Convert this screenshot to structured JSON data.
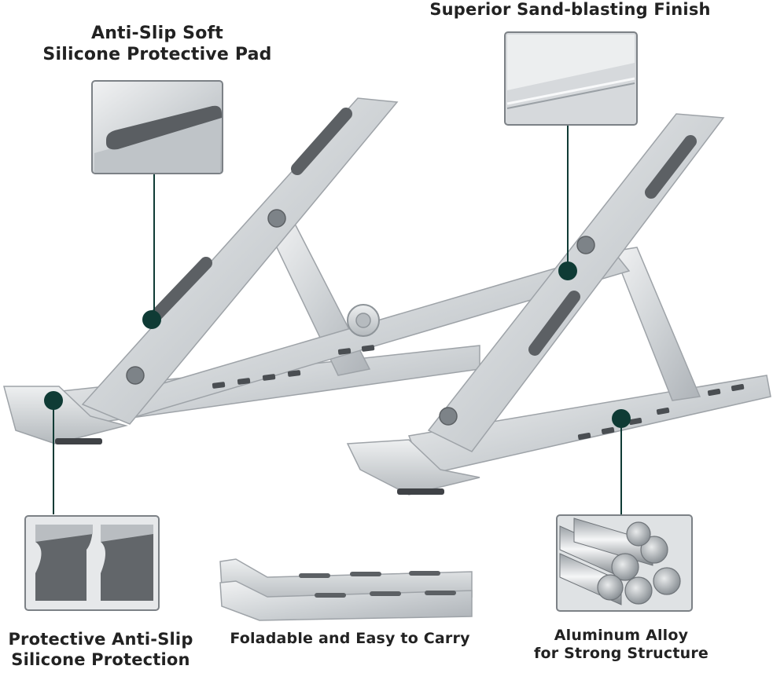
{
  "labels": {
    "pad": [
      "Anti-Slip Soft",
      "Silicone Protective Pad"
    ],
    "finish": [
      "Superior Sand-blasting Finish"
    ],
    "protect": [
      "Protective Anti-Slip",
      "Silicone Protection"
    ],
    "fold": [
      "Foladable and Easy to Carry"
    ],
    "alloy": [
      "Aluminum Alloy",
      "for Strong Structure"
    ]
  },
  "colors": {
    "accent": "#0f3b35",
    "aluminum_light": "#e6e8ea",
    "aluminum_mid": "#c5c9cd",
    "aluminum_dark": "#9ba1a6",
    "pad_gray": "#5c6064"
  }
}
